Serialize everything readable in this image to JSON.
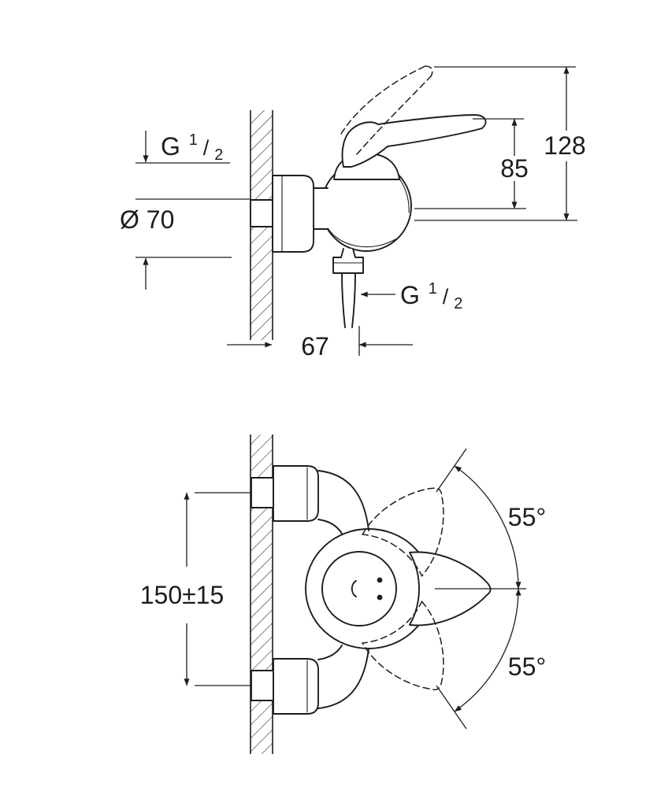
{
  "page": {
    "background": "#ffffff",
    "ink": "#1d1d1d",
    "description": "Dimensional technical drawing of a wall-mounted single-lever shower mixer: side view (top) and front view (bottom)"
  },
  "side_view": {
    "labels": {
      "thread_top": {
        "prefix": "G",
        "numerator": "1",
        "separator": "/",
        "denominator": "2"
      },
      "escutcheon_diameter": "Ø 70",
      "lever_height": "85",
      "overall_height": "128",
      "projection_depth": "67",
      "thread_bottom": {
        "prefix": "G",
        "numerator": "1",
        "separator": "/",
        "denominator": "2"
      }
    }
  },
  "front_view": {
    "labels": {
      "connection_distance": "150±15",
      "lever_swing_up": "55°",
      "lever_swing_down": "55°"
    }
  }
}
